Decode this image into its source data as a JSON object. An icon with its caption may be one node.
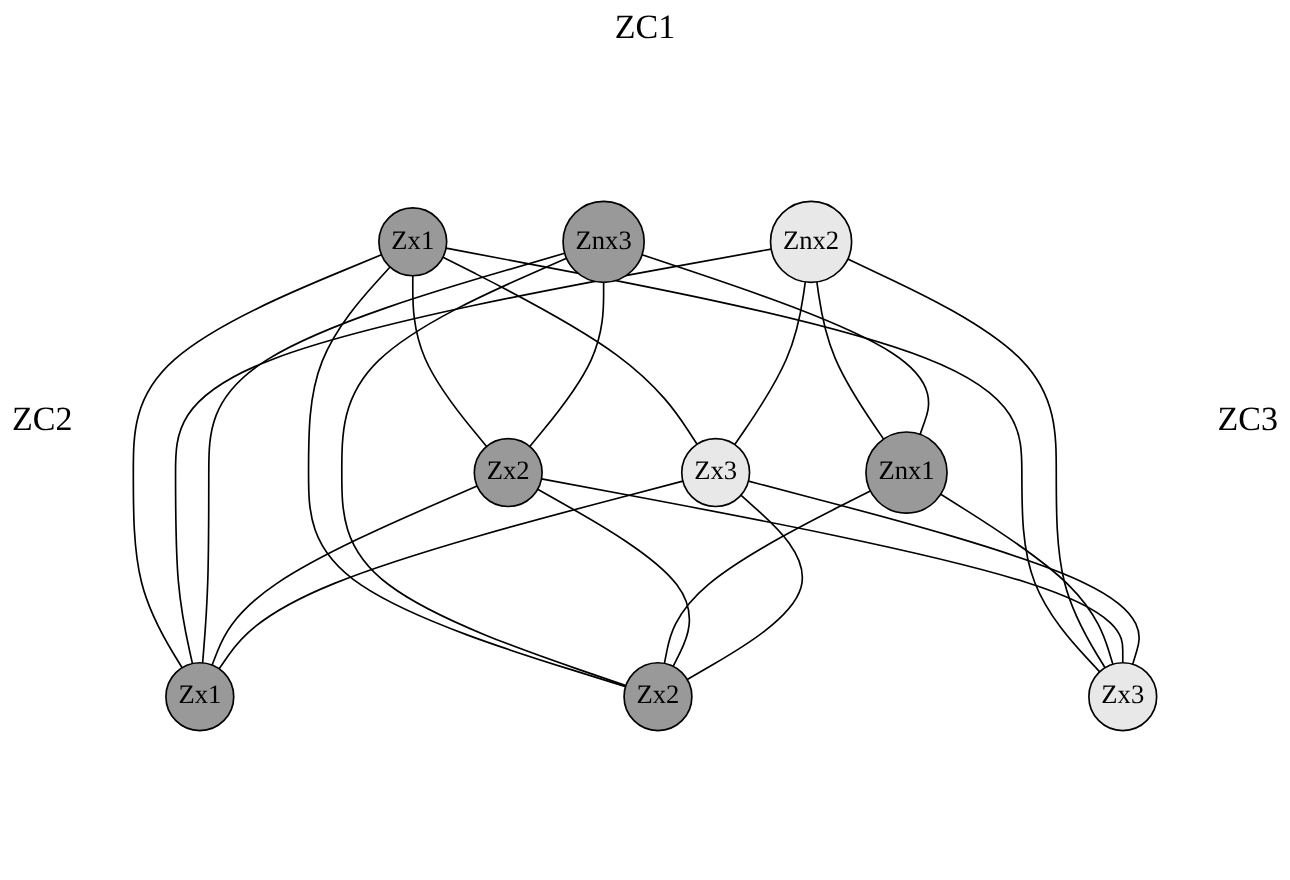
{
  "diagram": {
    "nodes": [
      {
        "text": [
          "Zx1"
        ]
      },
      {
        "text": [
          "Znx2"
        ]
      },
      {
        "text": [
          "Znx3"
        ]
      },
      {
        "text": [
          "Znx1"
        ]
      },
      {
        "text": [
          "Zx2"
        ]
      },
      {
        "text": [
          "Zx3"
        ]
      },
      {
        "text": [
          "Zx1"
        ]
      },
      {
        "text": [
          "Zx2"
        ]
      },
      {
        "text": [
          "Zx3"
        ]
      }
    ],
    "edges": [
      {
        "from": 0,
        "to": 4,
        "arrow": "none"
      },
      {
        "from": 0,
        "to": 5,
        "arrow": "none"
      },
      {
        "from": 0,
        "to": 6,
        "arrow": "none"
      },
      {
        "from": 0,
        "to": 7,
        "arrow": "none"
      },
      {
        "from": 0,
        "to": 8,
        "arrow": "none"
      },
      {
        "from": 1,
        "to": 3,
        "arrow": "none"
      },
      {
        "from": 1,
        "to": 5,
        "arrow": "none"
      },
      {
        "from": 1,
        "to": 6,
        "arrow": "none"
      },
      {
        "from": 1,
        "to": 8,
        "arrow": "none"
      },
      {
        "from": 2,
        "to": 3,
        "arrow": "none"
      },
      {
        "from": 2,
        "to": 4,
        "arrow": "none"
      },
      {
        "from": 2,
        "to": 6,
        "arrow": "none"
      },
      {
        "from": 2,
        "to": 7,
        "arrow": "none"
      },
      {
        "from": 3,
        "to": 7,
        "arrow": "none"
      },
      {
        "from": 3,
        "to": 8,
        "arrow": "none"
      },
      {
        "from": 4,
        "to": 6,
        "arrow": "none"
      },
      {
        "from": 4,
        "to": 7,
        "arrow": "none"
      },
      {
        "from": 4,
        "to": 8,
        "arrow": "none"
      },
      {
        "from": 5,
        "to": 6,
        "arrow": "none"
      },
      {
        "from": 5,
        "to": 7,
        "arrow": "none"
      },
      {
        "from": 5,
        "to": 8,
        "arrow": "none"
      }
    ],
    "labels": [
      "ZC1",
      "ZC2",
      "ZC3"
    ]
  }
}
